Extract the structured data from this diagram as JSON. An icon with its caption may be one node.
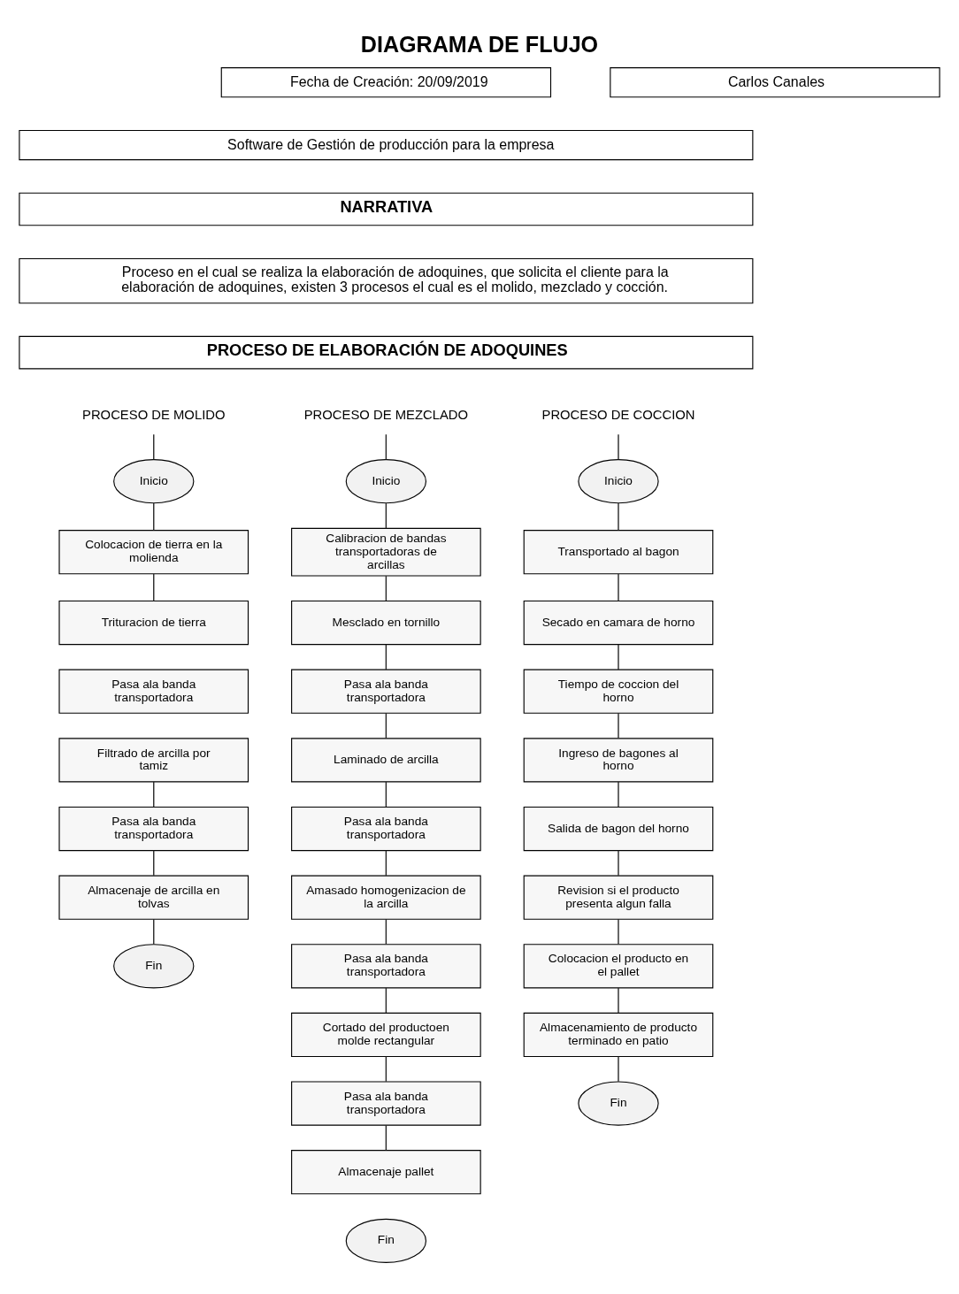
{
  "diagram": {
    "title": "DIAGRAMA DE FLUJO",
    "nodes": [
      {
        "text": [
          "PROCESO DE MOLIDO"
        ]
      },
      {
        "text": [
          "Inicio"
        ]
      },
      {
        "text": [
          "Colocacion de tierra en la molienda"
        ]
      },
      {
        "text": [
          "Trituracion de tierra"
        ]
      },
      {
        "text": [
          "Pasa ala banda transportadora"
        ]
      },
      {
        "text": [
          "Filtrado de arcilla por tamiz"
        ]
      },
      {
        "text": [
          "Pasa ala banda transportadora"
        ]
      },
      {
        "text": [
          "Almacenaje de arcilla en tolvas"
        ]
      },
      {
        "text": [
          "Fin"
        ]
      },
      {
        "text": [
          "PROCESO DE MEZCLADO"
        ]
      },
      {
        "text": [
          "Inicio"
        ]
      },
      {
        "text": [
          "Calibracion de bandas transportadoras de arcillas"
        ]
      },
      {
        "text": [
          "Mesclado en tornillo"
        ]
      },
      {
        "text": [
          "Pasa ala banda transportadora"
        ]
      },
      {
        "text": [
          "Laminado de arcilla"
        ]
      },
      {
        "text": [
          "Pasa ala banda transportadora"
        ]
      },
      {
        "text": [
          "Amasado homogenizacion de la arcilla"
        ]
      },
      {
        "text": [
          "Pasa ala banda transportadora"
        ]
      },
      {
        "text": [
          "Cortado del productoen molde rectangular"
        ]
      },
      {
        "text": [
          "Pasa ala banda transportadora"
        ]
      },
      {
        "text": [
          "Almacenaje pallet"
        ]
      },
      {
        "text": [
          "Fin"
        ]
      },
      {
        "text": [
          "PROCESO DE COCCION"
        ]
      },
      {
        "text": [
          "Inicio"
        ]
      },
      {
        "text": [
          "Transportado al bagon"
        ]
      },
      {
        "text": [
          "Secado en camara de horno"
        ]
      },
      {
        "text": [
          "Tiempo de coccion del horno"
        ]
      },
      {
        "text": [
          "Ingreso de bagones al horno"
        ]
      },
      {
        "text": [
          "Salida de bagon del horno"
        ]
      },
      {
        "text": [
          "Revision si el producto presenta algun falla"
        ]
      },
      {
        "text": [
          "Colocacion el producto en el pallet"
        ]
      },
      {
        "text": [
          "Almacenamiento de producto terminado en patio"
        ]
      },
      {
        "text": [
          "Fin"
        ]
      }
    ],
    "edges": [
      {
        "from": 0,
        "to": 1,
        "arrow": "none"
      },
      {
        "from": 1,
        "to": 2,
        "arrow": "none"
      },
      {
        "from": 2,
        "to": 3,
        "arrow": "none"
      },
      {
        "from": 5,
        "to": 6,
        "arrow": "none"
      },
      {
        "from": 6,
        "to": 7,
        "arrow": "none"
      },
      {
        "from": 7,
        "to": 8,
        "arrow": "none"
      },
      {
        "from": 9,
        "to": 10,
        "arrow": "none"
      },
      {
        "from": 10,
        "to": 11,
        "arrow": "none"
      },
      {
        "from": 11,
        "to": 12,
        "arrow": "none"
      },
      {
        "from": 12,
        "to": 13,
        "arrow": "none"
      },
      {
        "from": 13,
        "to": 14,
        "arrow": "none"
      },
      {
        "from": 14,
        "to": 15,
        "arrow": "none"
      },
      {
        "from": 15,
        "to": 16,
        "arrow": "none"
      },
      {
        "from": 16,
        "to": 17,
        "arrow": "none"
      },
      {
        "from": 17,
        "to": 18,
        "arrow": "none"
      },
      {
        "from": 18,
        "to": 19,
        "arrow": "none"
      },
      {
        "from": 19,
        "to": 20,
        "arrow": "none"
      },
      {
        "from": 22,
        "to": 23,
        "arrow": "none"
      },
      {
        "from": 23,
        "to": 24,
        "arrow": "none"
      },
      {
        "from": 24,
        "to": 25,
        "arrow": "none"
      },
      {
        "from": 25,
        "to": 26,
        "arrow": "none"
      },
      {
        "from": 26,
        "to": 27,
        "arrow": "none"
      },
      {
        "from": 27,
        "to": 28,
        "arrow": "none"
      },
      {
        "from": 28,
        "to": 29,
        "arrow": "none"
      },
      {
        "from": 29,
        "to": 30,
        "arrow": "none"
      },
      {
        "from": 30,
        "to": 31,
        "arrow": "none"
      },
      {
        "from": 31,
        "to": 32,
        "arrow": "none"
      }
    ],
    "labels": [
      "Fecha de Creación: 20/09/2019",
      "Carlos Canales",
      "Software de Gestión de producción para la empresa",
      "NARRATIVA",
      "Proceso en el cual se realiza la elaboración de adoquines, que solicita el cliente para la elaboración de adoquines, existen 3 procesos el cual es el molido, mezclado y cocción.",
      "PROCESO DE ELABORACIÓN DE ADOQUINES"
    ]
  }
}
